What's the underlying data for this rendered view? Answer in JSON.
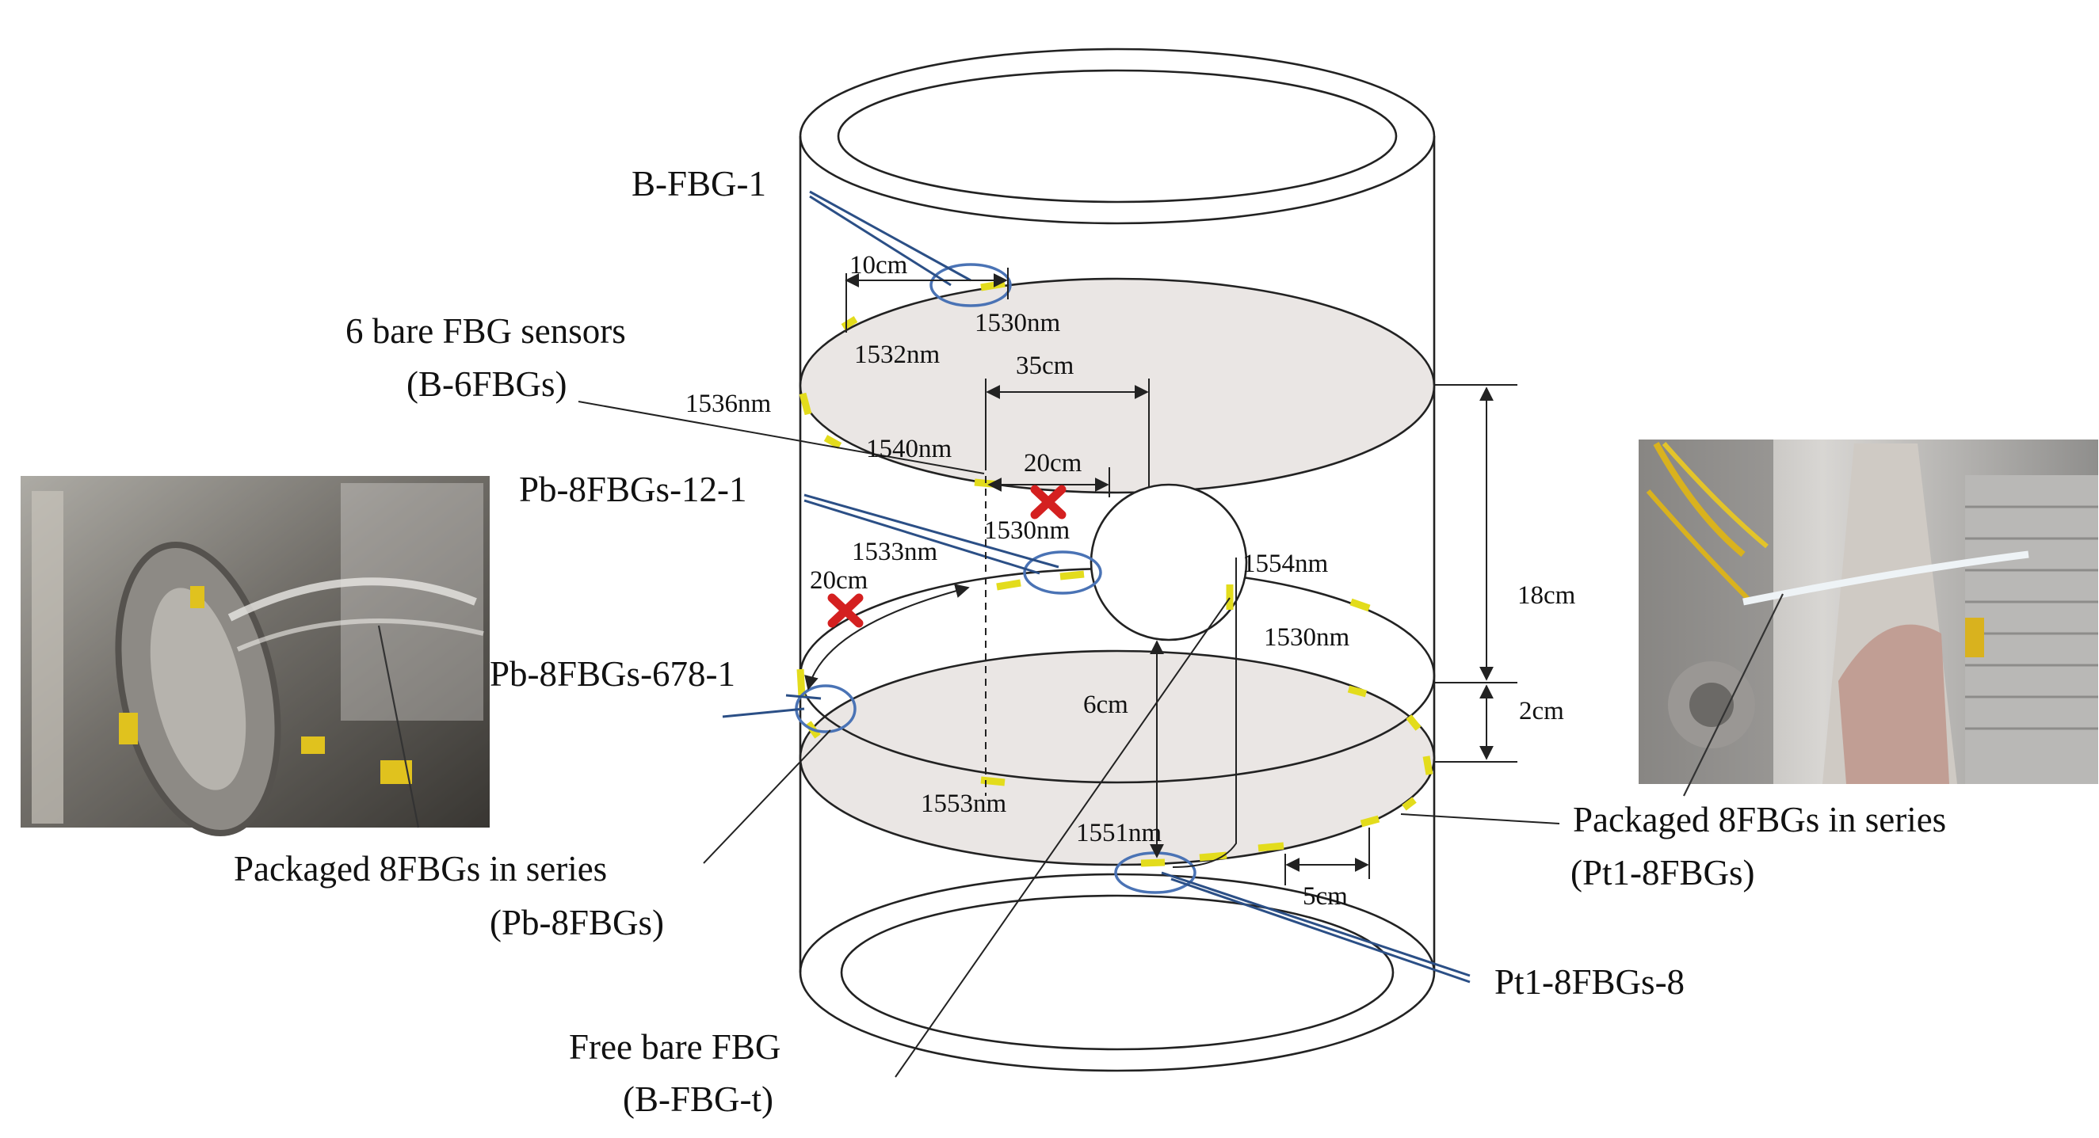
{
  "labels": {
    "b_fbg_1": "B-FBG-1",
    "bare_sensors_line1": "6 bare FBG sensors",
    "bare_sensors_line2": "(B-6FBGs)",
    "pb_12_1": "Pb-8FBGs-12-1",
    "pb_678_1": "Pb-8FBGs-678-1",
    "pb_series_line1": "Packaged 8FBGs in series",
    "pb_series_line2": "(Pb-8FBGs)",
    "pt_series_line1": "Packaged 8FBGs in series",
    "pt_series_line2": "(Pt1-8FBGs)",
    "pt_8": "Pt1-8FBGs-8",
    "free_line1": "Free bare FBG",
    "free_line2": "(B-FBG-t)"
  },
  "wavelengths": {
    "w1530_top": "1530nm",
    "w1532": "1532nm",
    "w1536": "1536nm",
    "w1540": "1540nm",
    "w1530_mid": "1530nm",
    "w1533": "1533nm",
    "w1554": "1554nm",
    "w1530_right": "1530nm",
    "w1553": "1553nm",
    "w1551": "1551nm"
  },
  "dimensions": {
    "d10": "10cm",
    "d35": "35cm",
    "d20_top": "20cm",
    "d20_left": "20cm",
    "d18": "18cm",
    "d2": "2cm",
    "d6": "6cm",
    "d5": "5cm"
  },
  "colors": {
    "fbg_sensor": "#e3dc1c",
    "leader": "#2b4f86",
    "ring": "#4a73b5",
    "plate_fill": "#eae6e4",
    "cross": "#d42020"
  }
}
